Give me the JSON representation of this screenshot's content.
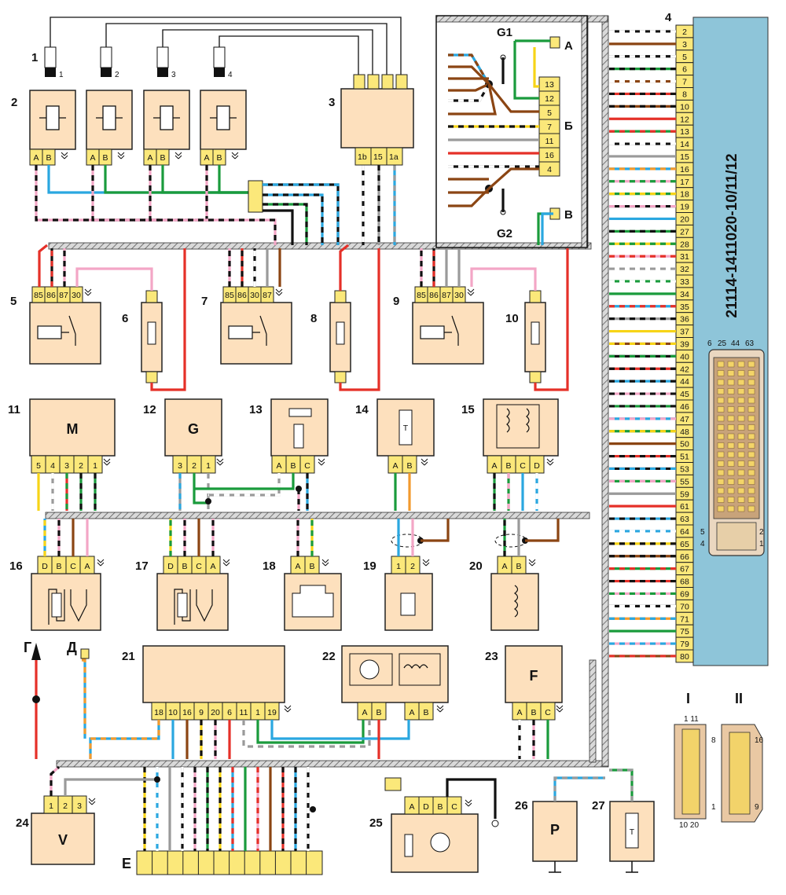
{
  "ecu": {
    "label": "4",
    "part_number": "21114-1411020-10/11/12",
    "pins": [
      "2",
      "3",
      "5",
      "6",
      "7",
      "8",
      "10",
      "12",
      "13",
      "14",
      "15",
      "16",
      "17",
      "18",
      "19",
      "20",
      "27",
      "28",
      "31",
      "32",
      "33",
      "34",
      "35",
      "36",
      "37",
      "39",
      "40",
      "42",
      "44",
      "45",
      "46",
      "47",
      "48",
      "50",
      "51",
      "53",
      "55",
      "59",
      "61",
      "63",
      "64",
      "65",
      "66",
      "67",
      "68",
      "69",
      "70",
      "71",
      "75",
      "79",
      "80"
    ],
    "connector_top": [
      "6",
      "25",
      "44",
      "63"
    ],
    "connector_corner": [
      "5",
      "4",
      "2",
      "1"
    ]
  },
  "injectors": [
    {
      "label": "1",
      "pins": [
        "1",
        "2",
        "3",
        "4"
      ]
    }
  ],
  "components": {
    "c2": {
      "label": "2",
      "pins": [
        "A",
        "B"
      ]
    },
    "c3": {
      "label": "3",
      "pins": [
        "1b",
        "15",
        "1a"
      ]
    },
    "c5": {
      "label": "5",
      "pins": [
        "85",
        "86",
        "87",
        "30"
      ]
    },
    "c6": {
      "label": "6"
    },
    "c7": {
      "label": "7",
      "pins": [
        "85",
        "86",
        "30",
        "87"
      ]
    },
    "c8": {
      "label": "8"
    },
    "c9": {
      "label": "9",
      "pins": [
        "85",
        "86",
        "87",
        "30"
      ]
    },
    "c10": {
      "label": "10"
    },
    "c11": {
      "label": "11",
      "symbol": "M",
      "pins": [
        "5",
        "4",
        "3",
        "2",
        "1"
      ]
    },
    "c12": {
      "label": "12",
      "symbol": "G",
      "pins": [
        "3",
        "2",
        "1"
      ]
    },
    "c13": {
      "label": "13",
      "pins": [
        "A",
        "B",
        "C"
      ]
    },
    "c14": {
      "label": "14",
      "symbol": "T",
      "pins": [
        "A",
        "B"
      ]
    },
    "c15": {
      "label": "15",
      "pins": [
        "A",
        "B",
        "C",
        "D"
      ]
    },
    "c16": {
      "label": "16",
      "pins": [
        "D",
        "B",
        "C",
        "A"
      ]
    },
    "c17": {
      "label": "17",
      "pins": [
        "D",
        "B",
        "C",
        "A"
      ]
    },
    "c18": {
      "label": "18",
      "pins": [
        "A",
        "B"
      ]
    },
    "c19": {
      "label": "19",
      "pins": [
        "1",
        "2"
      ]
    },
    "c20": {
      "label": "20",
      "pins": [
        "A",
        "B"
      ]
    },
    "c21": {
      "label": "21",
      "pins": [
        "18",
        "10",
        "16",
        "9",
        "20",
        "6",
        "11",
        "1",
        "19"
      ]
    },
    "c22": {
      "label": "22",
      "pins": [
        "A",
        "B"
      ]
    },
    "c23": {
      "label": "23",
      "symbol": "F",
      "pins": [
        "A",
        "B",
        "C"
      ]
    },
    "c24": {
      "label": "24",
      "symbol": "V",
      "pins": [
        "1",
        "2",
        "3"
      ]
    },
    "c25": {
      "label": "25",
      "pins": [
        "A",
        "D",
        "B",
        "C"
      ]
    },
    "c26": {
      "label": "26",
      "symbol": "P"
    },
    "c27": {
      "label": "27",
      "symbol": "T"
    }
  },
  "ground_block": {
    "g1": "G1",
    "g2": "G2",
    "a": "А",
    "b_label": "Б",
    "v": "В",
    "pins": [
      "13",
      "12",
      "5",
      "7",
      "11",
      "16",
      "4"
    ]
  },
  "markers": {
    "g": "Г",
    "d": "Д",
    "e": "Е"
  },
  "insets": {
    "i": {
      "label": "I",
      "top": "1  11",
      "bottom": "10 20"
    },
    "ii": {
      "label": "II",
      "tl": "8",
      "tr": "16",
      "bl": "1",
      "br": "9"
    }
  },
  "colors": {
    "box": "#fde0bd",
    "ecu": "#8ec5d9",
    "pin": "#fbe87a",
    "harness": "#cfcfcf",
    "black": "#111111",
    "brown": "#8b4513",
    "red": "#e53028",
    "green": "#1a9b3c",
    "blue": "#2aa7e0",
    "pink": "#f3a6c6",
    "yellow": "#f7d417",
    "gray": "#9a9a9a",
    "orange": "#f29a2e",
    "white": "#ffffff"
  }
}
